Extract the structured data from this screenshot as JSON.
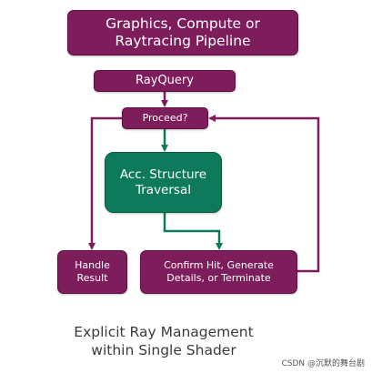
{
  "nodes": {
    "pipeline": {
      "line1": "Graphics, Compute or",
      "line2": "Raytracing Pipeline"
    },
    "rayquery": {
      "label": "RayQuery"
    },
    "proceed": {
      "label": "Proceed?"
    },
    "accel": {
      "line1": "Acc. Structure",
      "line2": "Traversal"
    },
    "handle": {
      "line1": "Handle",
      "line2": "Result"
    },
    "confirm": {
      "line1": "Confirm Hit, Generate",
      "line2": "Details, or Terminate"
    }
  },
  "caption": {
    "line1": "Explicit Ray Management",
    "line2": "within Single Shader"
  },
  "watermark": "CSDN @沉默的舞台剧",
  "colors": {
    "node": "#7e1d5b",
    "traversal": "#0e7a5c",
    "edge": "#7e1d5b",
    "edge_green": "#0e7a5c"
  }
}
